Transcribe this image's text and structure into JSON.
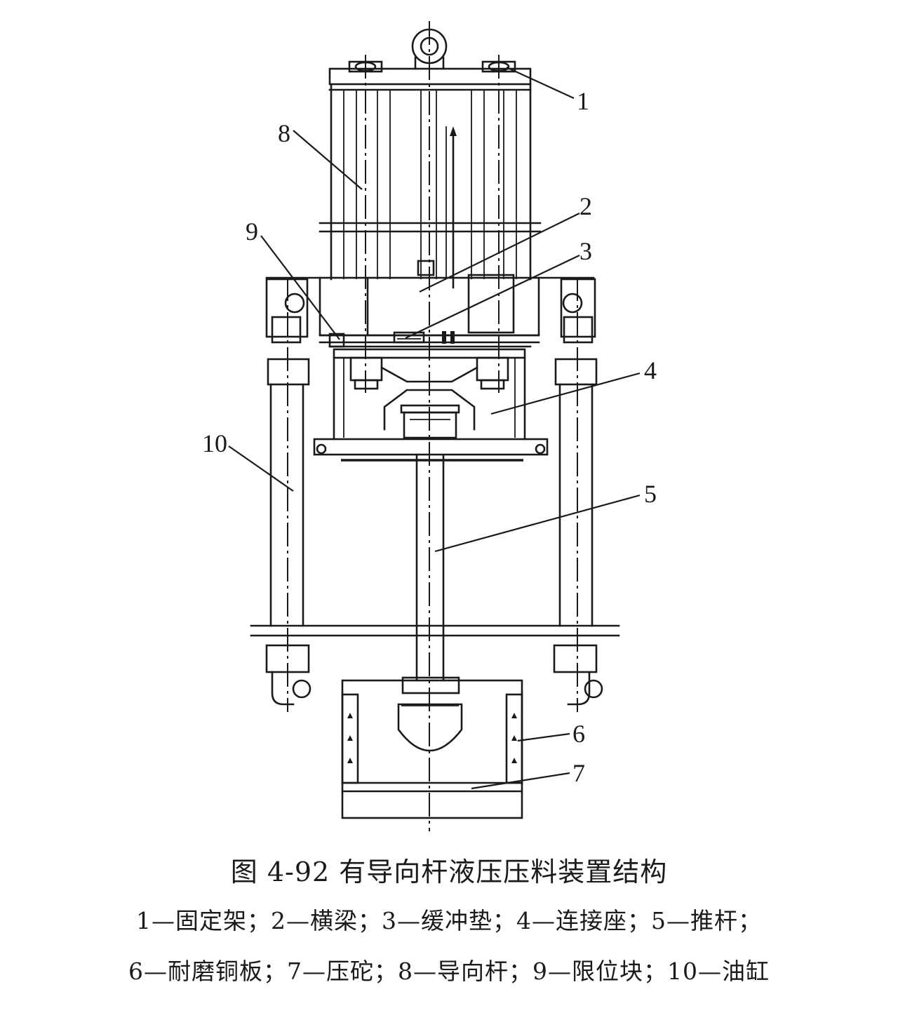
{
  "figure": {
    "title": "图 4-92   有导向杆液压压料装置结构",
    "legend_line1": "1—固定架；2—横梁；3—缓冲垫；4—连接座；5—推杆；",
    "legend_line2": "6—耐磨铜板；7—压砣；8—导向杆；9—限位块；10—油缸"
  },
  "callouts": [
    "1",
    "2",
    "3",
    "4",
    "5",
    "6",
    "7",
    "8",
    "9",
    "10"
  ]
}
